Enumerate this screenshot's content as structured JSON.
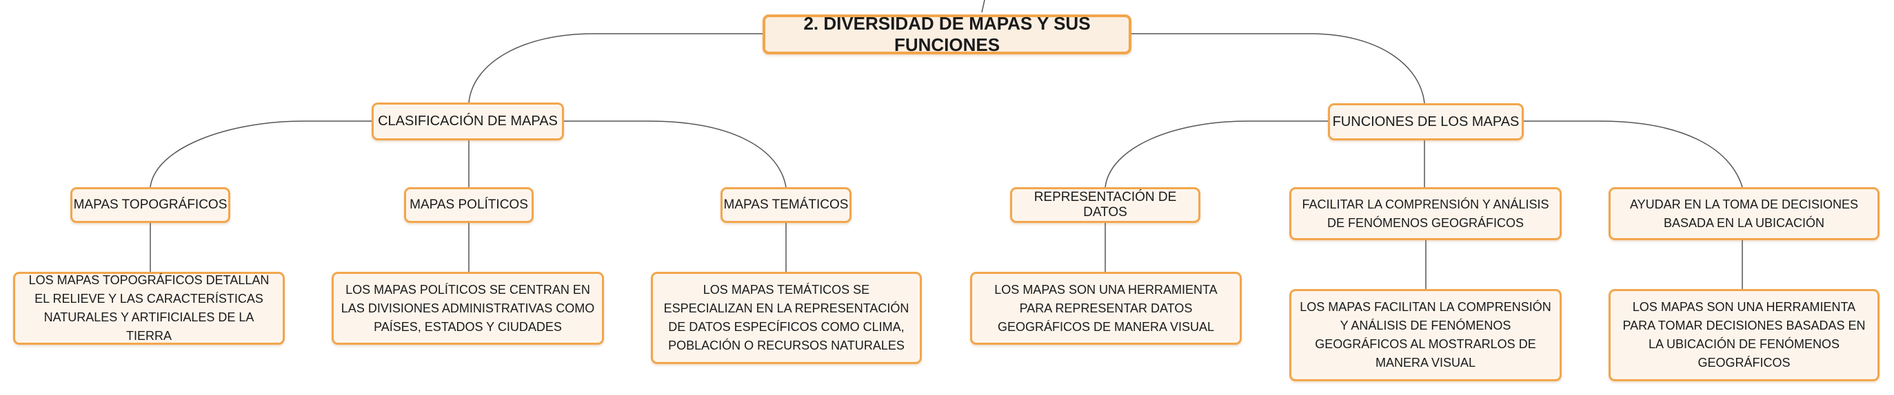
{
  "root": {
    "title": "2. DIVERSIDAD DE MAPAS Y SUS FUNCIONES"
  },
  "clasificacion": {
    "label": "CLASIFICACIÓN DE MAPAS",
    "topograficos": {
      "label": "MAPAS TOPOGRÁFICOS",
      "detail": "LOS MAPAS TOPOGRÁFICOS DETALLAN EL RELIEVE Y LAS CARACTERÍSTICAS NATURALES Y ARTIFICIALES DE LA TIERRA"
    },
    "politicos": {
      "label": "MAPAS POLÍTICOS",
      "detail": "LOS MAPAS POLÍTICOS SE CENTRAN EN LAS DIVISIONES ADMINISTRATIVAS COMO PAÍSES, ESTADOS Y CIUDADES"
    },
    "tematicos": {
      "label": "MAPAS TEMÁTICOS",
      "detail": "LOS MAPAS TEMÁTICOS SE ESPECIALIZAN EN LA REPRESENTACIÓN DE DATOS ESPECÍFICOS COMO CLIMA, POBLACIÓN O RECURSOS NATURALES"
    }
  },
  "funciones": {
    "label": "FUNCIONES DE LOS MAPAS",
    "representacion": {
      "label": "REPRESENTACIÓN DE DATOS",
      "detail": "LOS MAPAS SON UNA HERRAMIENTA PARA REPRESENTAR DATOS GEOGRÁFICOS DE MANERA VISUAL"
    },
    "comprension": {
      "label": "FACILITAR LA COMPRENSIÓN Y ANÁLISIS DE FENÓMENOS GEOGRÁFICOS",
      "detail": "LOS MAPAS FACILITAN LA COMPRENSIÓN Y ANÁLISIS DE FENÓMENOS GEOGRÁFICOS AL MOSTRARLOS DE MANERA VISUAL"
    },
    "decisiones": {
      "label": "AYUDAR EN LA TOMA DE DECISIONES BASADA EN LA UBICACIÓN",
      "detail": "LOS MAPAS SON UNA HERRAMIENTA PARA TOMAR DECISIONES BASADAS EN LA UBICACIÓN DE FENÓMENOS GEOGRÁFICOS"
    }
  },
  "colors": {
    "border": "#f2a64c",
    "fill": "#fdf5ec",
    "connector": "#555555"
  }
}
